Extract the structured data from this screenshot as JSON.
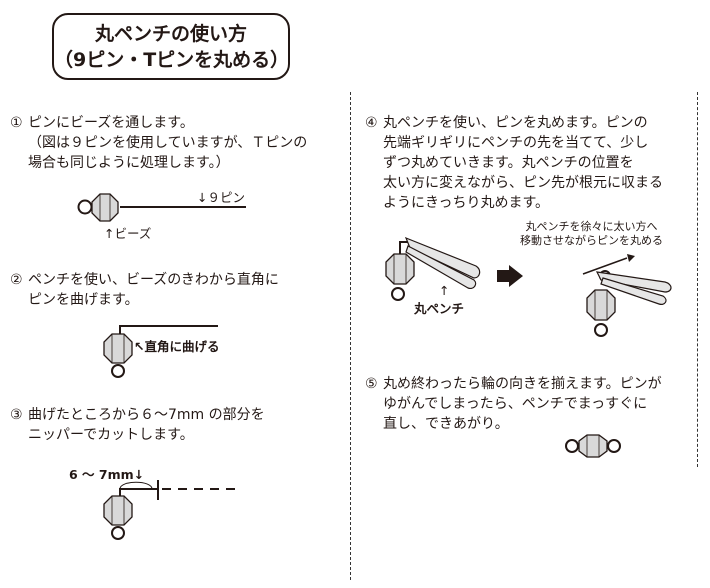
{
  "title": {
    "line1": "丸ペンチの使い方",
    "line2": "（9ピン・Tピンを丸める）"
  },
  "steps": [
    {
      "num": "①",
      "lines": [
        "ピンにビーズを通します。",
        "（図は９ピンを使用していますが、Ｔピンの",
        "場合も同じように処理します。）"
      ]
    },
    {
      "num": "②",
      "lines": [
        "ペンチを使い、ビーズのきわから直角に",
        "ピンを曲げます。"
      ]
    },
    {
      "num": "③",
      "lines": [
        "曲げたところから６〜7mm の部分を",
        "ニッパーでカットします。"
      ]
    },
    {
      "num": "④",
      "lines": [
        "丸ペンチを使い、ピンを丸めます。ピンの",
        "先端ギリギリにペンチの先を当てて、少し",
        "ずつ丸めていきます。丸ペンチの位置を",
        "太い方に変えながら、ピン先が根元に収まる",
        "ようにきっちり丸めます。"
      ]
    },
    {
      "num": "⑤",
      "lines": [
        "丸め終わったら輪の向きを揃えます。ピンが",
        "ゆがんでしまったら、ペンチでまっすぐに",
        "直し、できあがり。"
      ]
    }
  ],
  "labels": {
    "nine_pin": "↓９ピン",
    "bead": "↑ビーズ",
    "right_angle": "↖直角に曲げる",
    "cut_length": "6 〜 7mm↓",
    "pliers": "丸ペンチ",
    "pliers_arrow": "↑",
    "move_note_line1": "丸ペンチを徐々に太い方へ",
    "move_note_line2": "移動させながらピンを丸める"
  },
  "colors": {
    "ink": "#231815",
    "bead_fill": "#d9d9d9",
    "pliers_fill": "#e6e6e6"
  }
}
